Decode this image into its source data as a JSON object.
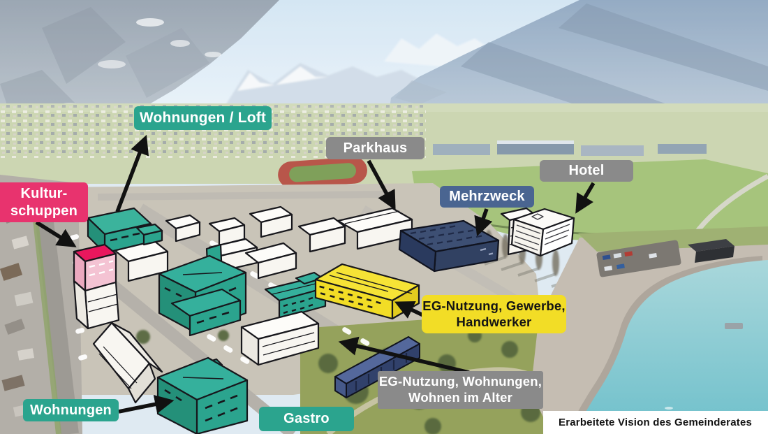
{
  "scene": {
    "title": "Aerial masterplan vision of lakeside village with annotated sketch buildings",
    "colors": {
      "teal": "#2BA48E",
      "gray": "#8A8A8A",
      "navy_label": "#4A6591",
      "navy_building": "#3D4F73",
      "pink": "#E8336E",
      "yellow": "#F2DD26",
      "label_text_light": "#FFFFFF",
      "label_text_dark": "#141414",
      "arrow": "#111111",
      "water": "#74C3CD"
    }
  },
  "labels": {
    "wohnungen_loft": {
      "text": "Wohnungen / Loft"
    },
    "parkhaus": {
      "text": "Parkhaus"
    },
    "hotel": {
      "text": "Hotel"
    },
    "mehrzweck": {
      "text": "Mehrzweck"
    },
    "kulturschuppen": {
      "line1": "Kultur-",
      "line2": "schuppen"
    },
    "eg_gewerbe": {
      "line1": "EG-Nutzung, Gewerbe,",
      "line2": "Handwerker"
    },
    "eg_wohnungen": {
      "line1": "EG-Nutzung, Wohnungen,",
      "line2": "Wohnen im Alter"
    },
    "wohnungen": {
      "text": "Wohnungen"
    },
    "gastro": {
      "text": "Gastro"
    }
  },
  "caption": {
    "text": "Erarbeitete Vision des Gemeinderates"
  }
}
